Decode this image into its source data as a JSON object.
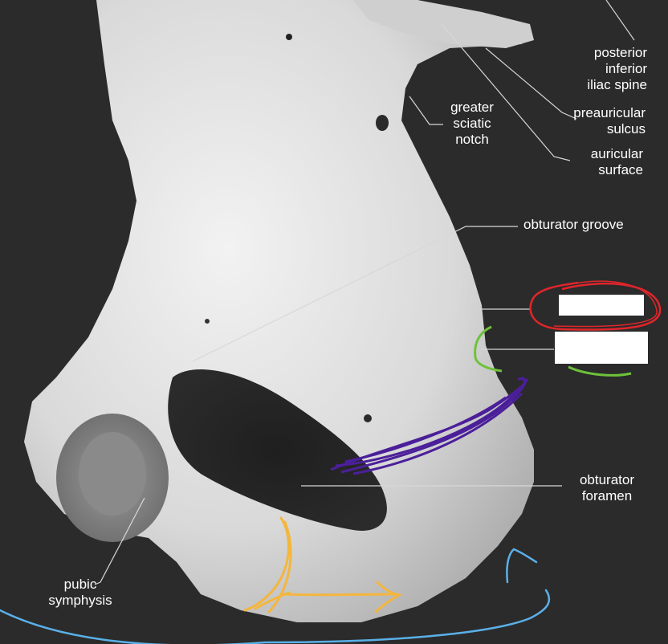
{
  "labels": {
    "posterior_inferior_iliac_spine": "posterior\ninferior\niliac spine",
    "preauricular_sulcus": "preauricular\nsulcus",
    "auricular_surface": "auricular\nsurface",
    "greater_sciatic_notch": "greater\nsciatic\nnotch",
    "obturator_groove": "obturator groove",
    "obturator_foramen": "obturator\nforamen",
    "pubic_symphysis": "pubic\nsymphysis"
  },
  "colors": {
    "background": "#2b2b2b",
    "bone": "#e6e6e6",
    "leader_line": "#d8d8d8",
    "label_text": "#ffffff",
    "red_annotation": "#e0252b",
    "green_annotation": "#6ec23a",
    "purple_annotation": "#4b1f9a",
    "yellow_annotation": "#f4b63c",
    "blue_annotation": "#5ab0e8",
    "mask_fill": "#ffffff"
  }
}
